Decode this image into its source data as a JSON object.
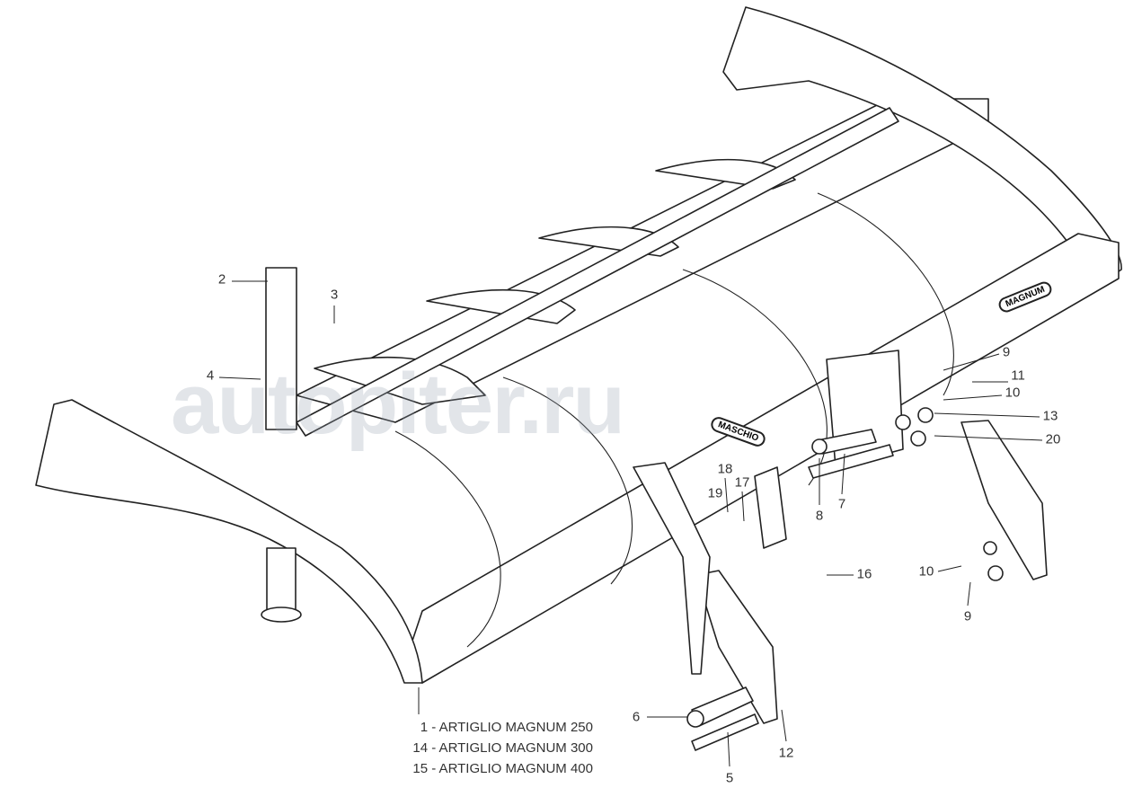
{
  "diagram": {
    "callouts": [
      "2",
      "3",
      "4",
      "9",
      "11",
      "10",
      "13",
      "20",
      "8",
      "7",
      "16",
      "18",
      "17",
      "19",
      "10",
      "9",
      "6",
      "12",
      "5"
    ],
    "caption": [
      "1 - ARTIGLIO MAGNUM 250",
      "14 - ARTIGLIO MAGNUM 300",
      "15 - ARTIGLIO MAGNUM 400"
    ],
    "logos": {
      "maschio": "MASCHIO",
      "magnum": "MAGNUM"
    },
    "watermark": "autopiter.ru"
  }
}
